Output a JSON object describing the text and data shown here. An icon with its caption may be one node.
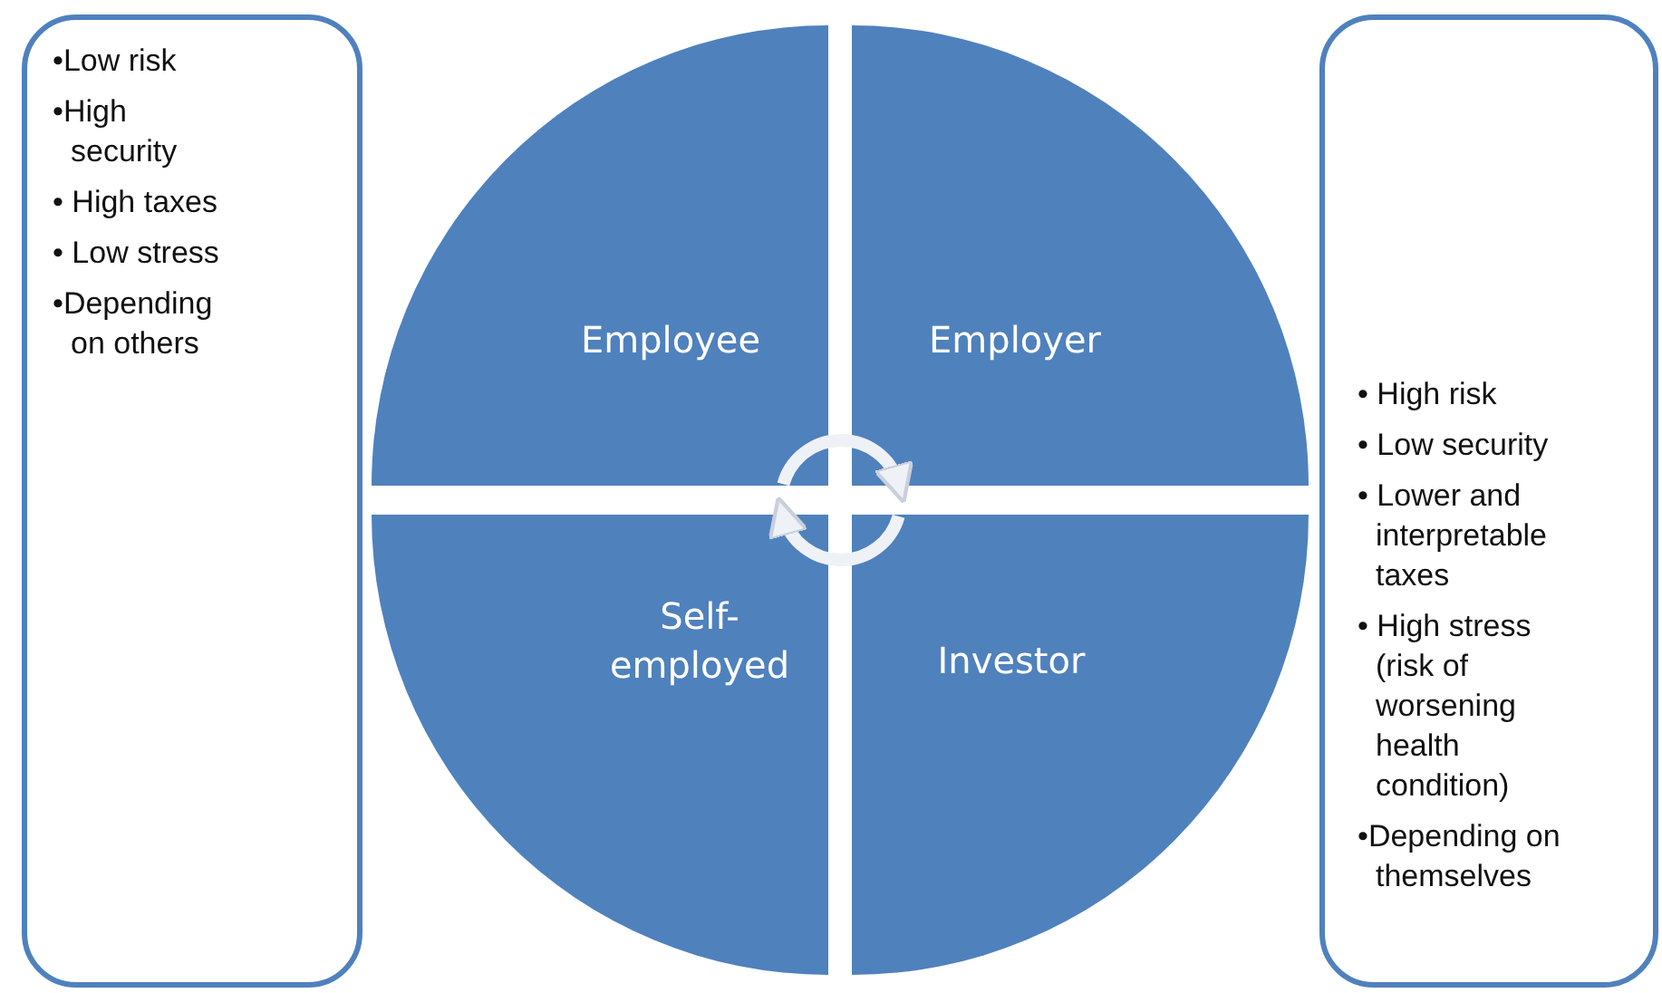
{
  "diagram": {
    "nodes": [
      {
        "text": [
          "•Low risk",
          "•High security",
          "• High taxes",
          "• Low stress",
          "•Depending on others"
        ]
      },
      {
        "text": [
          "• High risk",
          "• Low security",
          "• Lower and interpretable taxes",
          "• High stress (risk of worsening health condition)",
          "•Depending on themselves"
        ]
      },
      {
        "text": [
          "Employee"
        ]
      },
      {
        "text": [
          "Employer"
        ]
      },
      {
        "text": [
          "Self-employed"
        ]
      },
      {
        "text": [
          "Investor"
        ]
      }
    ],
    "edges": [
      {
        "from": 2,
        "to": 3,
        "arrow": "to"
      },
      {
        "from": 5,
        "to": 4,
        "arrow": "to"
      }
    ]
  }
}
